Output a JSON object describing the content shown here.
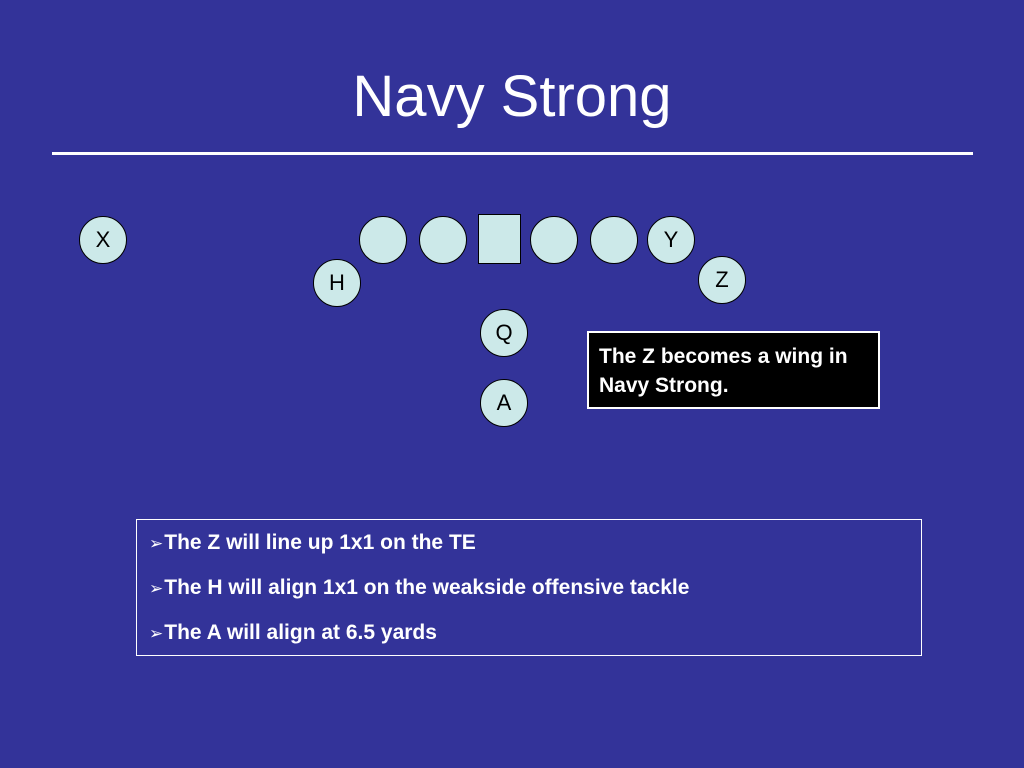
{
  "slide": {
    "title": "Navy Strong"
  },
  "formation": {
    "players": {
      "x": "X",
      "y": "Y",
      "z": "Z",
      "h": "H",
      "q": "Q",
      "a": "A"
    }
  },
  "callout": {
    "text": "The Z becomes a wing in Navy Strong."
  },
  "notes": {
    "bullet_glyph": "➢",
    "items": [
      "The Z will line up 1x1 on the TE",
      "The H will align 1x1 on the weakside offensive tackle",
      "The A will align at 6.5 yards"
    ]
  },
  "colors": {
    "background": "#333399",
    "player_fill": "#cce9e9",
    "callout_bg": "#000000",
    "text": "#ffffff"
  }
}
